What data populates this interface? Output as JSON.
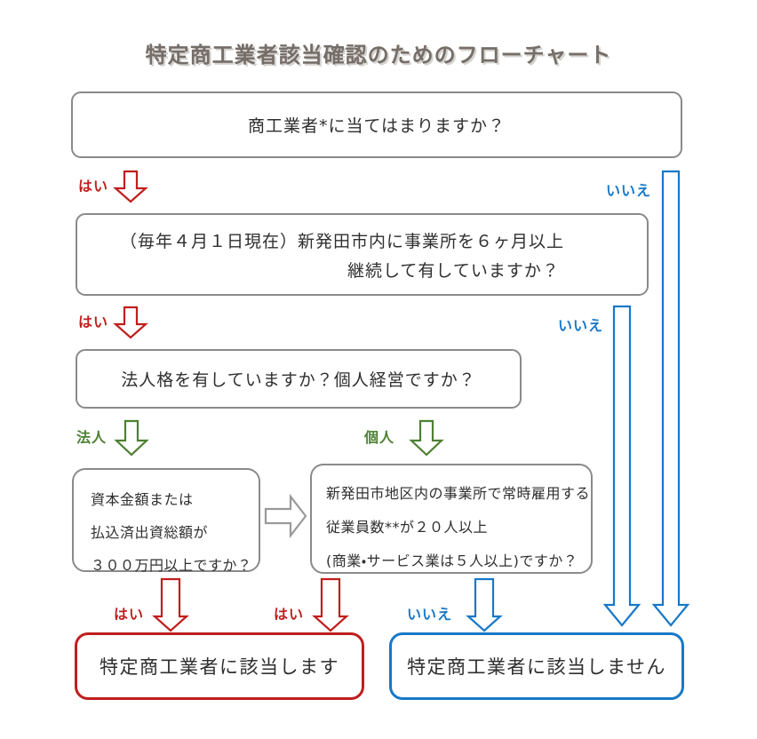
{
  "title": "特定商工業者該当確認のためのフローチャート",
  "labels": {
    "yes": "はい",
    "no": "いいえ",
    "corporation": "法人",
    "individual": "個人"
  },
  "questions": {
    "q1": "商工業者*に当てはまりますか？",
    "q2": {
      "line1": "（毎年４月１日現在）新発田市内に事業所を６ヶ月以上",
      "line2": "継続して有していますか？"
    },
    "q3": "法人格を有していますか？個人経営ですか？",
    "q4": {
      "line1": "資本金額または",
      "line2": "払込済出資総額が",
      "line3": "３００万円以上ですか？"
    },
    "q5": {
      "line1": "新発田市地区内の事業所で常時雇用する",
      "line2": "従業員数**が２０人以上",
      "line3": "(商業・サービス業は５人以上)ですか？"
    }
  },
  "results": {
    "eligible": "特定商工業者に該当します",
    "not_eligible": "特定商工業者に該当しません"
  },
  "colors": {
    "yes_red": "#c01e1e",
    "no_blue": "#1878c8",
    "branch_green": "#4e8033",
    "box_gray": "#8a8a8a",
    "arrow_gray": "#9a9a9a",
    "title_gray": "#756e68",
    "text_dark": "#2f2f2f"
  }
}
